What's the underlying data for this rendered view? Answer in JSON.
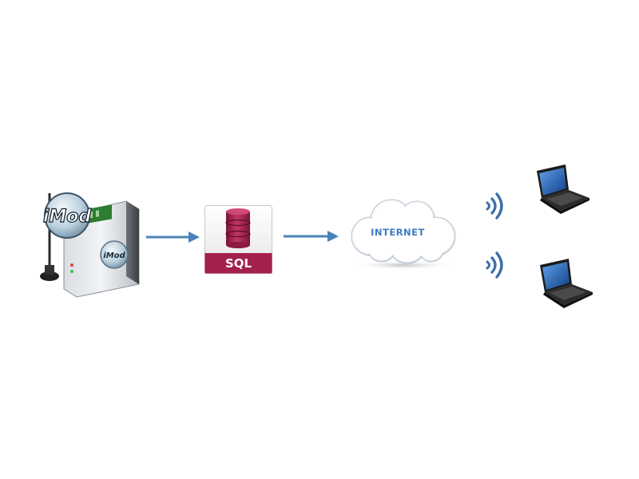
{
  "diagram": {
    "device": {
      "logo_text": "iMod",
      "badge_text": "iMod"
    },
    "database": {
      "label": "SQL"
    },
    "cloud": {
      "label": "INTERNET"
    },
    "icons": [
      "wireless-signal-icon",
      "laptop-icon",
      "database-icon",
      "cloud-icon",
      "antenna-icon"
    ],
    "colors": {
      "arrow": "#4a82b8",
      "sql_band": "#a31f4d",
      "sql_cylinder": "#b52a57",
      "internet_text": "#3d7cc0",
      "signal": "#3a6ea8",
      "laptop_screen": "#1f5fb8"
    }
  }
}
